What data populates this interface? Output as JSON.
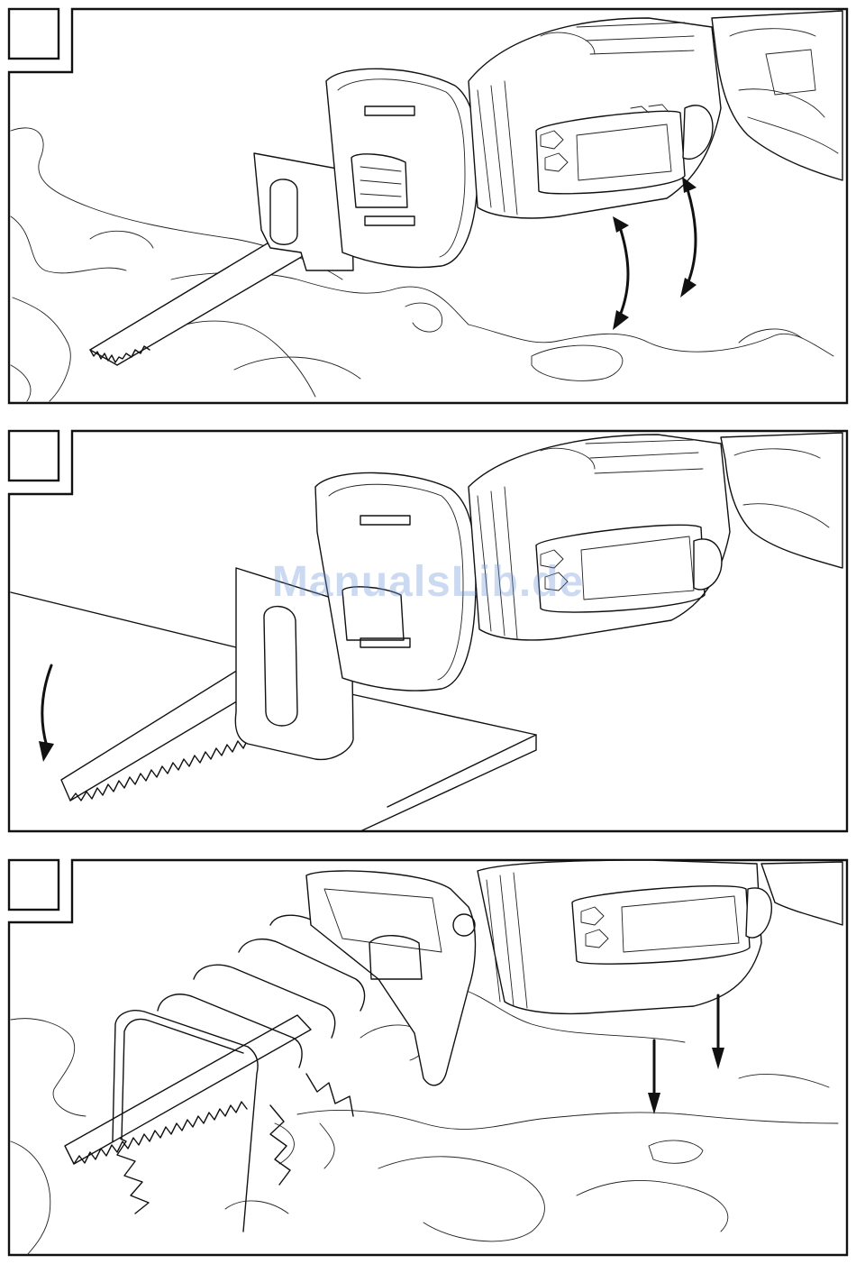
{
  "watermark": "ManualsLib.de",
  "panels": [
    {
      "id": 1,
      "step_label": "",
      "arrows": [
        "arrow-up-down",
        "arrow-up-down"
      ]
    },
    {
      "id": 2,
      "step_label": "",
      "arrows": [
        "arrow-curved-down"
      ]
    },
    {
      "id": 3,
      "step_label": "",
      "arrows": [
        "arrow-down",
        "arrow-down"
      ]
    }
  ]
}
